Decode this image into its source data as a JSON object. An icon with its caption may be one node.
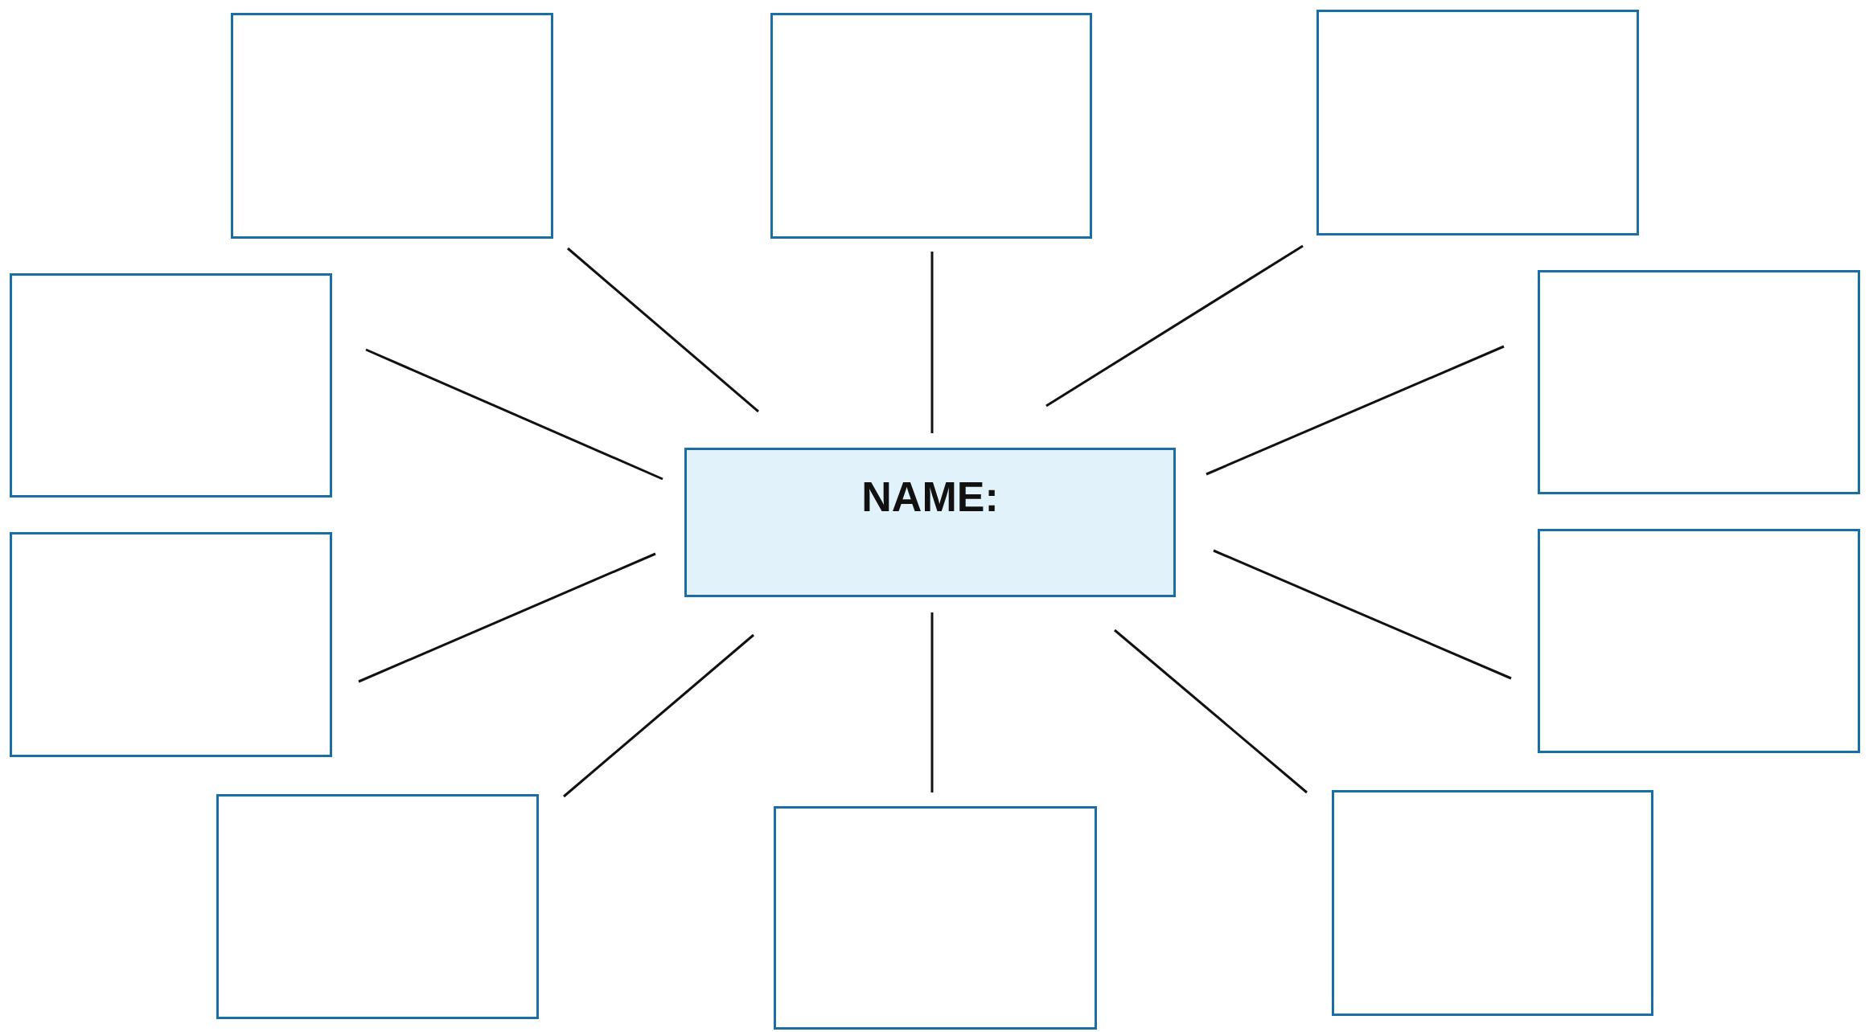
{
  "diagram": {
    "nodes": [
      {
        "text": [
          "NAME:"
        ]
      },
      {
        "text": [],
        "shape": "box"
      },
      {
        "text": [],
        "shape": "box"
      },
      {
        "text": [],
        "shape": "box"
      },
      {
        "text": [],
        "shape": "box"
      },
      {
        "text": [],
        "shape": "box"
      },
      {
        "text": [],
        "shape": "box"
      },
      {
        "text": [],
        "shape": "box"
      },
      {
        "text": [],
        "shape": "box"
      },
      {
        "text": [],
        "shape": "box"
      },
      {
        "text": [],
        "shape": "box"
      }
    ],
    "edges": [
      {
        "from": 0,
        "to": 1,
        "arrow": "none"
      },
      {
        "from": 0,
        "to": 2,
        "arrow": "none"
      },
      {
        "from": 0,
        "to": 3,
        "arrow": "none"
      },
      {
        "from": 0,
        "to": 4,
        "arrow": "none"
      },
      {
        "from": 0,
        "to": 5,
        "arrow": "none"
      },
      {
        "from": 0,
        "to": 6,
        "arrow": "none"
      },
      {
        "from": 0,
        "to": 7,
        "arrow": "none"
      },
      {
        "from": 0,
        "to": 8,
        "arrow": "none"
      },
      {
        "from": 0,
        "to": 9,
        "arrow": "none"
      },
      {
        "from": 0,
        "to": 10,
        "arrow": "none"
      }
    ]
  }
}
